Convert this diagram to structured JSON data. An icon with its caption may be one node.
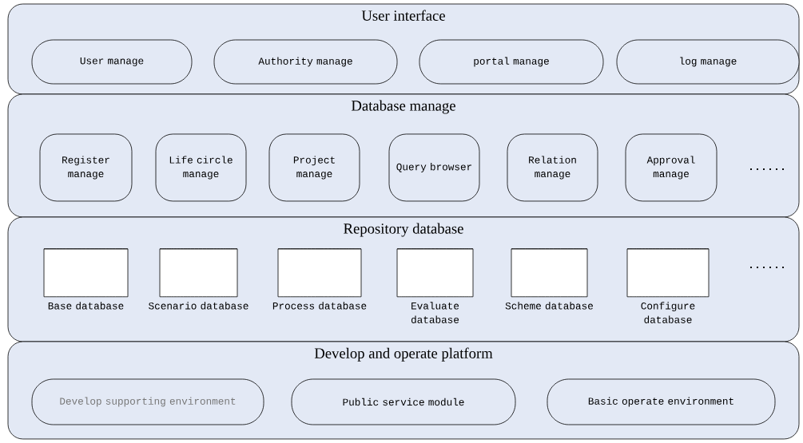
{
  "diagram": {
    "nodes": [
      {
        "text": [
          "User interface"
        ]
      },
      {
        "text": [
          "User manage"
        ],
        "in": 0
      },
      {
        "text": [
          "Authority manage"
        ],
        "in": 0
      },
      {
        "text": [
          "portal manage"
        ],
        "in": 0
      },
      {
        "text": [
          "log manage"
        ],
        "in": 0
      },
      {
        "text": [
          "Database manage"
        ]
      },
      {
        "text": [
          "Register manage"
        ],
        "in": 5
      },
      {
        "text": [
          "Life circle manage"
        ],
        "in": 5
      },
      {
        "text": [
          "Project manage"
        ],
        "in": 5
      },
      {
        "text": [
          "Query browser"
        ],
        "in": 5
      },
      {
        "text": [
          "Relation manage"
        ],
        "in": 5
      },
      {
        "text": [
          "Approval manage"
        ],
        "in": 5
      },
      {
        "text": [
          "Repository database"
        ]
      },
      {
        "text": [],
        "shape": "cylinder",
        "beside": [
          "Base database"
        ],
        "in": 12
      },
      {
        "text": [],
        "shape": "cylinder",
        "beside": [
          "Scenario database"
        ],
        "in": 12
      },
      {
        "text": [],
        "shape": "cylinder",
        "beside": [
          "Process database"
        ],
        "in": 12
      },
      {
        "text": [],
        "shape": "cylinder",
        "beside": [
          "Evaluate database"
        ],
        "in": 12
      },
      {
        "text": [],
        "shape": "cylinder",
        "beside": [
          "Scheme database"
        ],
        "in": 12
      },
      {
        "text": [],
        "shape": "cylinder",
        "beside": [
          "Configure database"
        ],
        "in": 12
      },
      {
        "text": [
          "Develop and operate platform"
        ]
      },
      {
        "text": [
          "Develop supporting environment"
        ],
        "in": 19
      },
      {
        "text": [
          "Public service module"
        ],
        "in": 19
      },
      {
        "text": [
          "Basic operate environment"
        ],
        "in": 19
      }
    ],
    "edges": [],
    "labels": [
      "......",
      "......"
    ]
  }
}
